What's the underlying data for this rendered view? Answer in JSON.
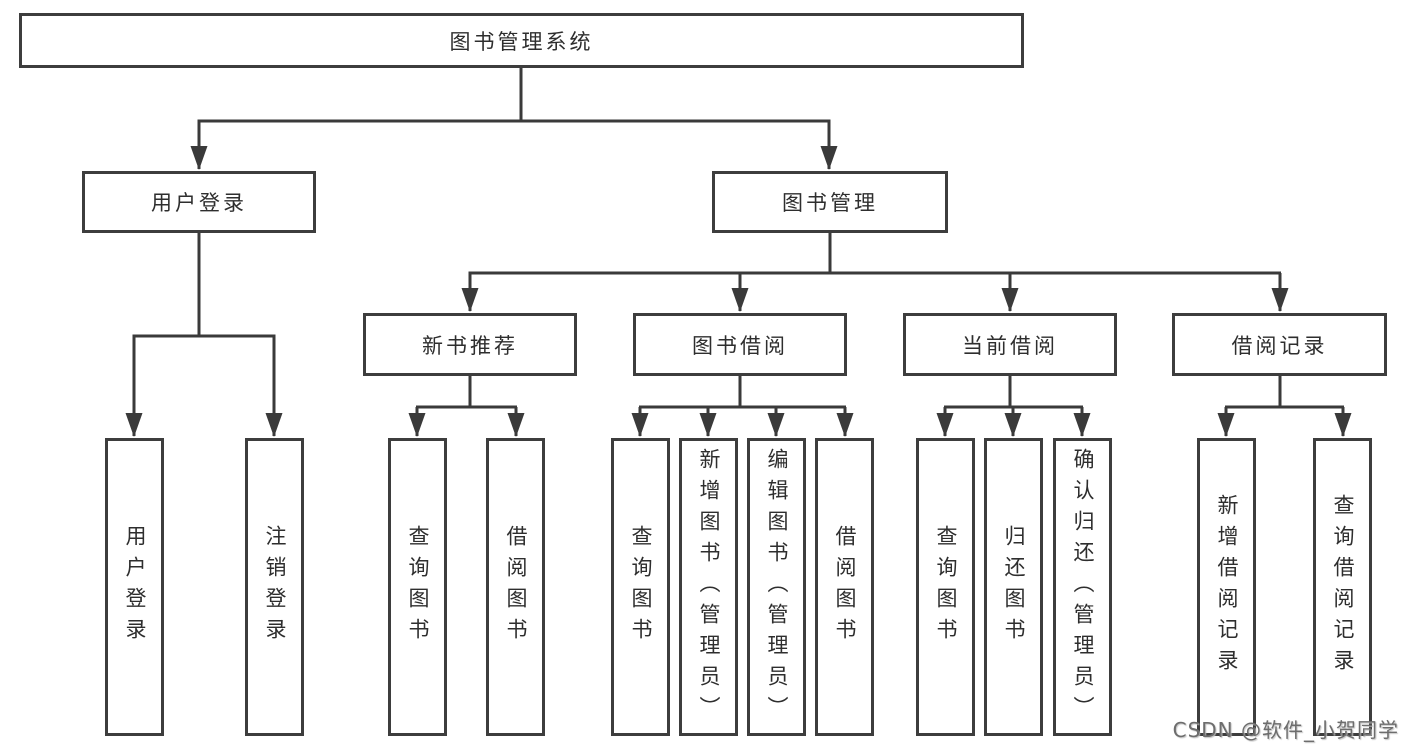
{
  "tree": {
    "root": "图书管理系统",
    "branches": [
      {
        "label": "用户登录",
        "children": [
          "用户登录",
          "注销登录"
        ]
      },
      {
        "label": "图书管理",
        "children": [
          {
            "label": "新书推荐",
            "children": [
              "查询图书",
              "借阅图书"
            ]
          },
          {
            "label": "图书借阅",
            "children": [
              "查询图书",
              "新增图书（管理员）",
              "编辑图书（管理员）",
              "借阅图书"
            ]
          },
          {
            "label": "当前借阅",
            "children": [
              "查询图书",
              "归还图书",
              "确认归还（管理员）"
            ]
          },
          {
            "label": "借阅记录",
            "children": [
              "新增借阅记录",
              "查询借阅记录"
            ]
          }
        ]
      }
    ]
  },
  "watermark": "CSDN @软件_小贺同学",
  "style": {
    "line_color": "#3a3a3a",
    "box_border_color": "#3d3d3d",
    "text_color": "#2e2e2e",
    "background_color": "#ffffff",
    "watermark_color": "#6d6d6d"
  }
}
